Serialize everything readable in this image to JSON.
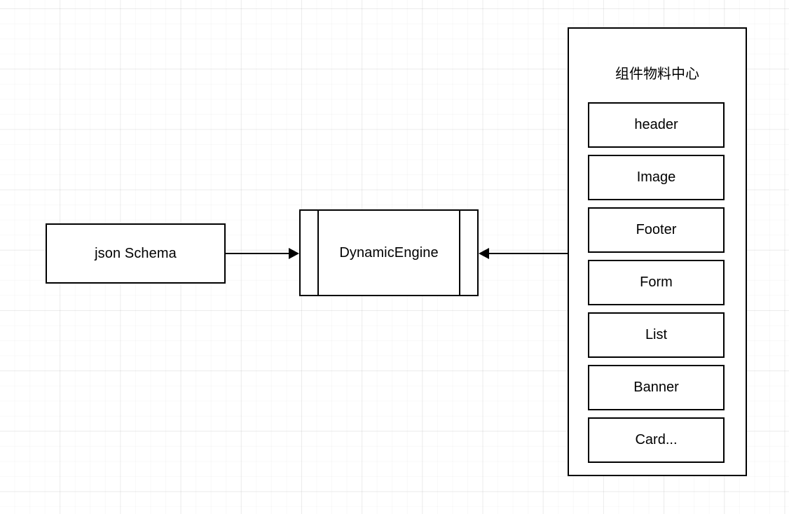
{
  "diagram": {
    "background": "#ffffff",
    "grid_color": "#e8e8e8",
    "stroke_color": "#000000",
    "nodes": {
      "json_schema": {
        "label": "json Schema"
      },
      "dynamic_engine": {
        "label": "DynamicEngine"
      },
      "material_center": {
        "title": "组件物料中心",
        "items": [
          {
            "label": "header"
          },
          {
            "label": "Image"
          },
          {
            "label": "Footer"
          },
          {
            "label": "Form"
          },
          {
            "label": "List"
          },
          {
            "label": "Banner"
          },
          {
            "label": "Card..."
          }
        ]
      }
    },
    "connectors": [
      {
        "from": "json Schema",
        "to": "DynamicEngine",
        "direction": "right",
        "arrow": "▶"
      },
      {
        "from": "组件物料中心",
        "to": "DynamicEngine",
        "direction": "left",
        "arrow": "◀"
      }
    ]
  }
}
